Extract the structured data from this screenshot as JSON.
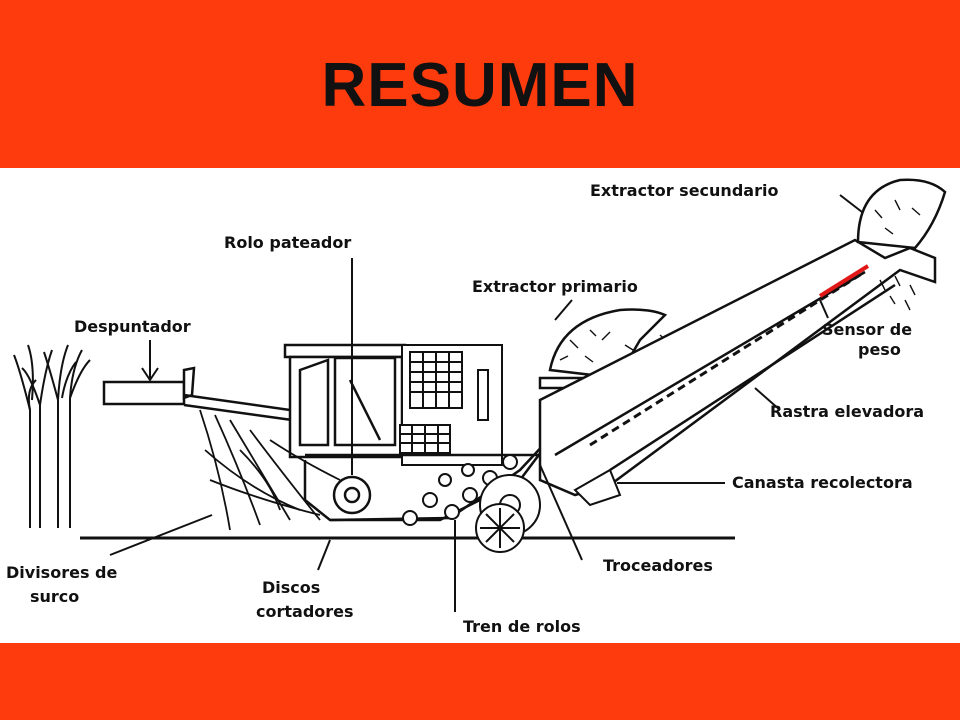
{
  "title": "RESUMEN",
  "colors": {
    "band": "#fe3b0d",
    "sensor": "#e01818",
    "ink": "#111111"
  },
  "labels": {
    "extractor_secundario": "Extractor secundario",
    "rolo_pateador": "Rolo pateador",
    "extractor_primario": "Extractor primario",
    "despuntador": "Despuntador",
    "sensor_line1": "Sensor de",
    "sensor_line2": "peso",
    "rastra_elevadora": "Rastra elevadora",
    "canasta_recolectora": "Canasta recolectora",
    "divisores_line1": "Divisores de",
    "divisores_line2": "surco",
    "discos_line1": "Discos",
    "discos_line2": "cortadores",
    "troceadores": "Troceadores",
    "tren_de_rolos": "Tren de rolos"
  }
}
